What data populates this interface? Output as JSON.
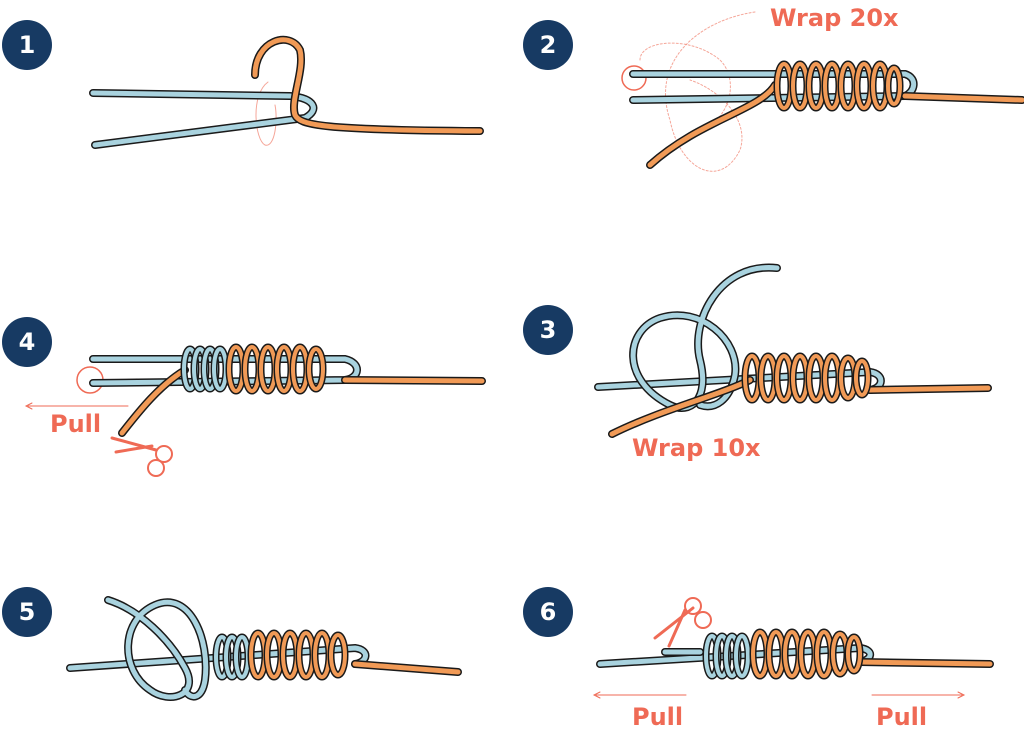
{
  "steps": [
    {
      "number": "1"
    },
    {
      "number": "2",
      "annotation": "Wrap 20x"
    },
    {
      "number": "3",
      "annotation": "Wrap 10x"
    },
    {
      "number": "4",
      "annotation": "Pull"
    },
    {
      "number": "5"
    },
    {
      "number": "6",
      "annotations": [
        "Pull",
        "Pull"
      ]
    }
  ],
  "colors": {
    "badge": "#173a63",
    "accent": "#ef6a55",
    "line_blue": "#a9d3df",
    "line_orange": "#f19a56",
    "outline": "#1a1a1a"
  },
  "icons": [
    "scissors-icon",
    "pull-arrow-icon",
    "guide-circle-icon"
  ]
}
